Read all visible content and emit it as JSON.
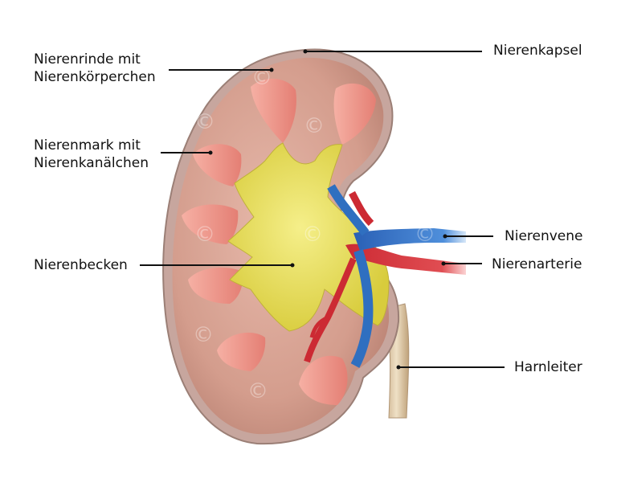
{
  "labels": {
    "cortex_line1": "Nierenrinde mit",
    "cortex_line2": "Nierenkörperchen",
    "medulla_line1": "Nierenmark mit",
    "medulla_line2": "Nierenkanälchen",
    "pelvis": "Nierenbecken",
    "capsule": "Nierenkapsel",
    "vein": "Nierenvene",
    "artery": "Nierenarterie",
    "ureter": "Harnleiter"
  },
  "watermark": "©",
  "colors": {
    "capsule": "#c9a9a0",
    "cortex": "#d9a898",
    "pyramid": "#ef9a8e",
    "pelvis": "#e4dc4c",
    "vein": "#2f6fc0",
    "artery": "#d8323a",
    "ureter": "#ddc8a6",
    "leader": "#111111"
  }
}
